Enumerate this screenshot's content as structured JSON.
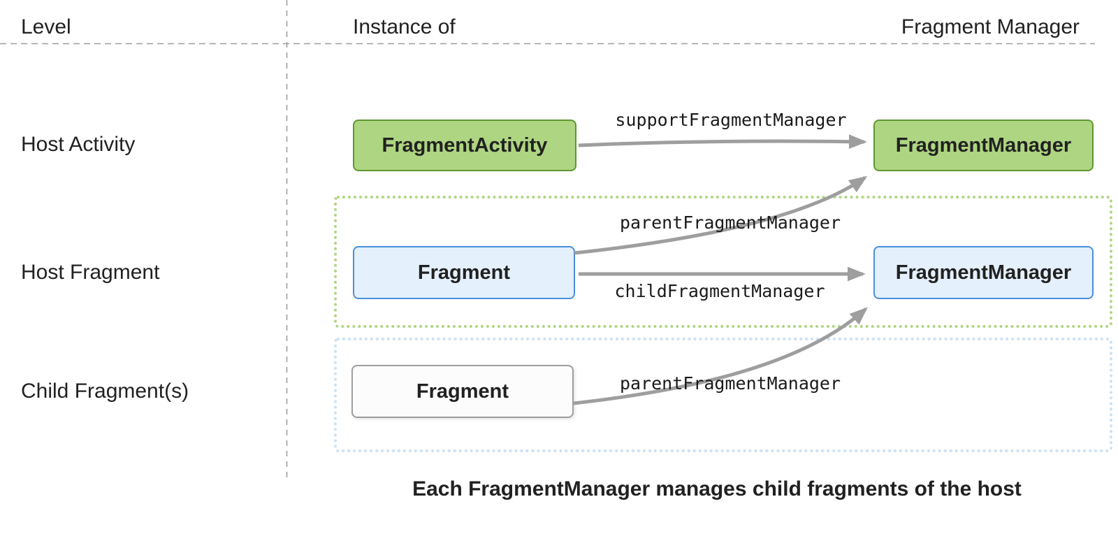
{
  "columns": {
    "level": "Level",
    "instance_of": "Instance of",
    "fragment_manager": "Fragment Manager"
  },
  "rows": [
    {
      "label": "Host Activity"
    },
    {
      "label": "Host Fragment"
    },
    {
      "label": "Child Fragment(s)"
    }
  ],
  "boxes": {
    "host_activity_instance": "FragmentActivity",
    "host_activity_manager": "FragmentManager",
    "host_fragment_instance": "Fragment",
    "host_fragment_manager": "FragmentManager",
    "child_fragment_instance": "Fragment"
  },
  "arrow_labels": {
    "support": "supportFragmentManager",
    "parent_from_host_fragment": "parentFragmentManager",
    "child": "childFragmentManager",
    "parent_from_child_fragment": "parentFragmentManager"
  },
  "caption": "Each FragmentManager manages child fragments of the host",
  "colors": {
    "green-fill": "#aed581",
    "green-border": "#5e9732",
    "green-dotted": "#aed581",
    "blue-fill": "#e4f0fb",
    "blue-border": "#4a90d9",
    "blue-dotted": "#c9e0f7",
    "neutral-fill": "#fcfcfc",
    "neutral-border": "#9e9e9e",
    "arrow": "#9e9e9e",
    "dashed-line": "#9e9e9e",
    "text": "#212121"
  }
}
